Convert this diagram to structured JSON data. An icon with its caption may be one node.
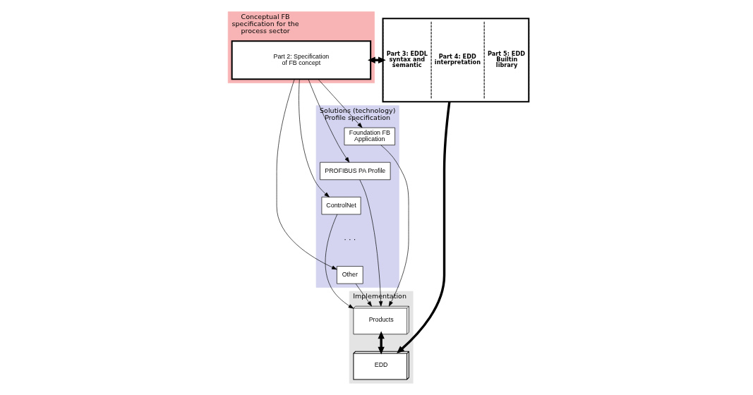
{
  "diagram": {
    "nodes": [
      {
        "text": [
          "Conceptual FB specification for the process sector"
        ]
      },
      {
        "text": [
          "Part 2: Specification of FB concept"
        ],
        "in": 0
      },
      {
        "text": [
          "Part 3: EDDL syntax and semantic",
          "Part 4: EDD interpretation",
          "Part 5: EDD Builtin library"
        ]
      },
      {
        "text": [
          "Solutions (technology) Profile specification"
        ]
      },
      {
        "text": [
          "Foundation FB Application"
        ],
        "in": 3
      },
      {
        "text": [
          "PROFIBUS PA Profile"
        ],
        "in": 3
      },
      {
        "text": [
          "ControlNet"
        ],
        "in": 3
      },
      {
        "text": [
          "Other"
        ],
        "in": 3
      },
      {
        "text": [
          "Implementation"
        ]
      },
      {
        "text": [
          "Products"
        ],
        "in": 8
      },
      {
        "text": [
          "EDD"
        ],
        "in": 8
      }
    ],
    "edges": [
      {
        "from": 1,
        "to": 2,
        "arrow": "both",
        "style": "thick"
      },
      {
        "from": 1,
        "to": 4,
        "arrow": "to"
      },
      {
        "from": 1,
        "to": 5,
        "arrow": "to"
      },
      {
        "from": 1,
        "to": 6,
        "arrow": "to"
      },
      {
        "from": 1,
        "to": 7,
        "arrow": "to"
      },
      {
        "from": 4,
        "to": 9,
        "arrow": "to"
      },
      {
        "from": 5,
        "to": 9,
        "arrow": "to"
      },
      {
        "from": 6,
        "to": 9,
        "arrow": "to"
      },
      {
        "from": 7,
        "to": 9,
        "arrow": "to"
      },
      {
        "from": 2,
        "to": 10,
        "arrow": "to",
        "style": "thick"
      },
      {
        "from": 9,
        "to": 10,
        "arrow": "both",
        "style": "thick"
      }
    ],
    "labels": [
      "· · ·"
    ]
  }
}
